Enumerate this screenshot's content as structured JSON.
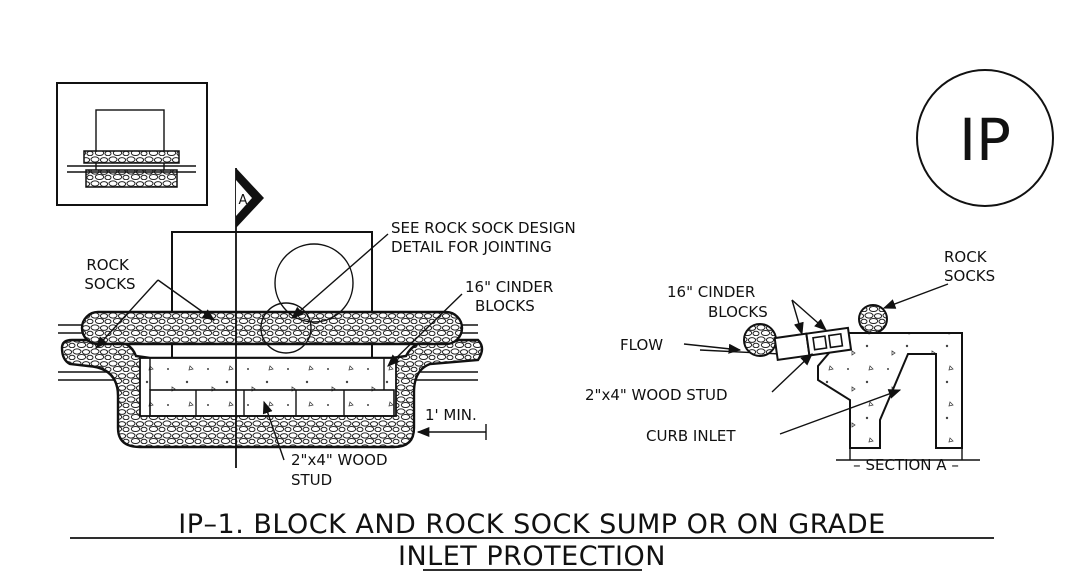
{
  "badge": {
    "text": "IP"
  },
  "labels": {
    "plan_rock_socks": [
      "ROCK",
      "SOCKS"
    ],
    "see_detail": [
      "SEE ROCK SOCK DESIGN",
      "DETAIL FOR JOINTING"
    ],
    "plan_cinder_blocks": [
      "16\" CINDER",
      "BLOCKS"
    ],
    "plan_min": "1' MIN.",
    "plan_wood_stud": [
      "2\"x4\" WOOD",
      "STUD"
    ],
    "section_marker": "A",
    "section_rock_socks": [
      "ROCK",
      "SOCKS"
    ],
    "section_cinder_blocks": [
      "16\" CINDER",
      "BLOCKS"
    ],
    "flow": "FLOW",
    "section_wood_stud": "2\"x4\" WOOD STUD",
    "curb_inlet": "CURB INLET",
    "section_title": "– SECTION A –"
  },
  "title": {
    "line1": "IP–1.  BLOCK  AND  ROCK  SOCK  SUMP  OR  ON  GRADE",
    "line2": "INLET  PROTECTION"
  },
  "colors": {
    "ink": "#111111",
    "background": "#ffffff"
  }
}
